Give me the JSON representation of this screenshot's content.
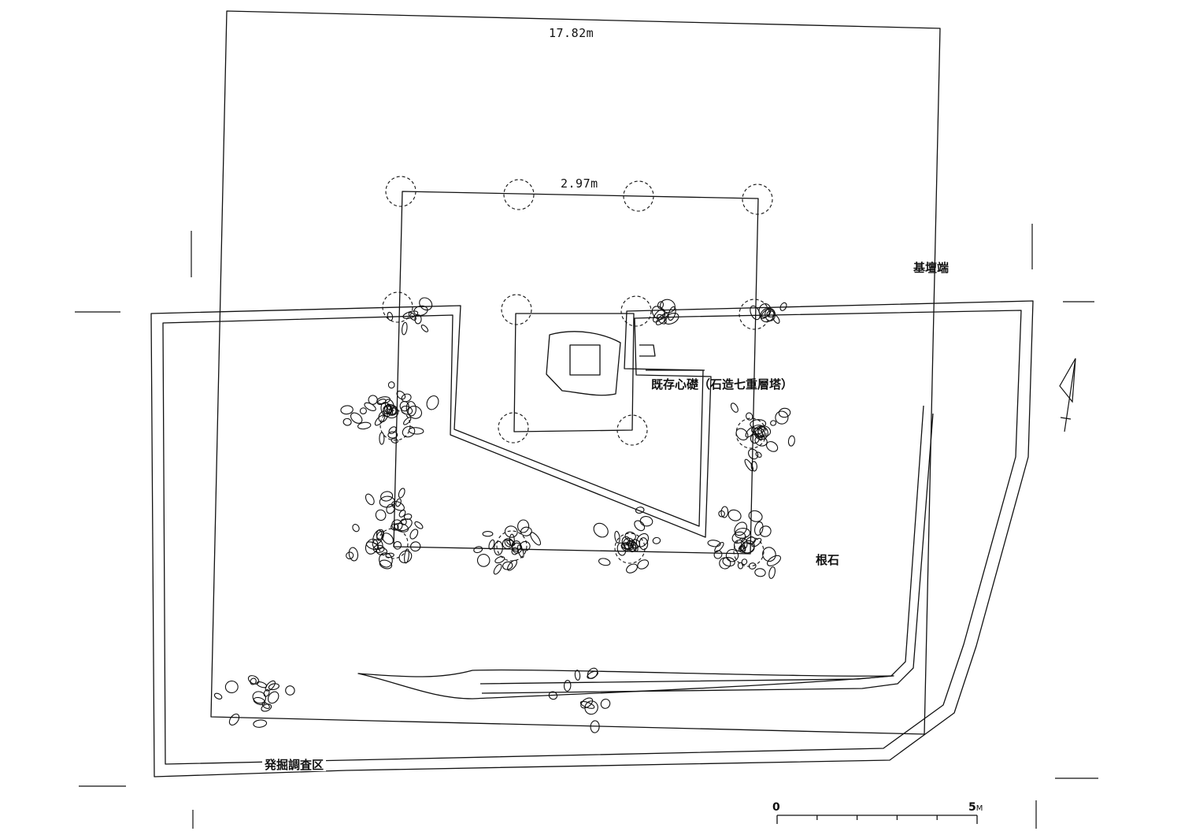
{
  "labels": {
    "outer_dimension": "17.82m",
    "inner_dimension": "2.97m",
    "platform_edge": "基壇端",
    "central_stone": "既存心礎（石造七重層塔）",
    "root_stones": "根石",
    "excavation_area": "発掘調査区"
  },
  "scale_bar": {
    "start_label": "0",
    "end_value": "5",
    "end_unit": "M"
  },
  "colors": {
    "line": "#111111",
    "background": "#ffffff"
  }
}
